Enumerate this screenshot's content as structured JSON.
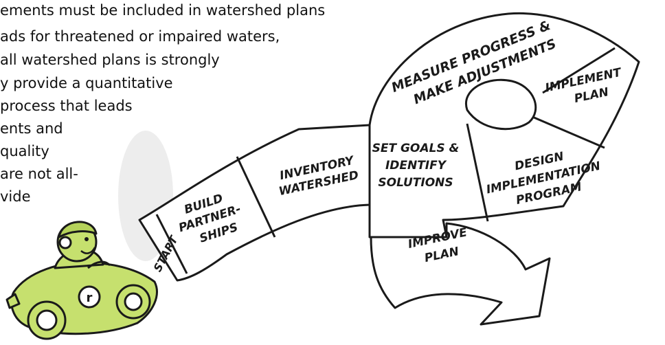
{
  "paragraph": {
    "lines": [
      "ements must be included in watershed plans",
      "ads for threatened or impaired waters,",
      "all watershed plans is strongly",
      "y provide a quantitative",
      " process that leads",
      "ents and",
      "quality",
      "are not all-",
      "vide"
    ]
  },
  "stages": {
    "start": [
      "START"
    ],
    "build_partnerships": [
      "BUILD",
      "PARTNER-",
      "SHIPS"
    ],
    "inventory_watershed": [
      "INVENTORY",
      "WATERSHED"
    ],
    "set_goals": [
      "SET GOALS &",
      "IDENTIFY",
      "SOLUTIONS"
    ],
    "design_program": [
      "DESIGN",
      "IMPLEMENTATION",
      "PROGRAM"
    ],
    "implement_plan": [
      "IMPLEMENT",
      "PLAN"
    ],
    "measure_progress": [
      "MEASURE PROGRESS &",
      "MAKE ADJUSTMENTS"
    ],
    "improve_plan": [
      "IMPROVE",
      "PLAN"
    ]
  },
  "car": {
    "badge_letter": "r"
  },
  "colors": {
    "car_body": "#c6e06e",
    "outline": "#1a1a1a",
    "ribbon": "#ffffff"
  }
}
